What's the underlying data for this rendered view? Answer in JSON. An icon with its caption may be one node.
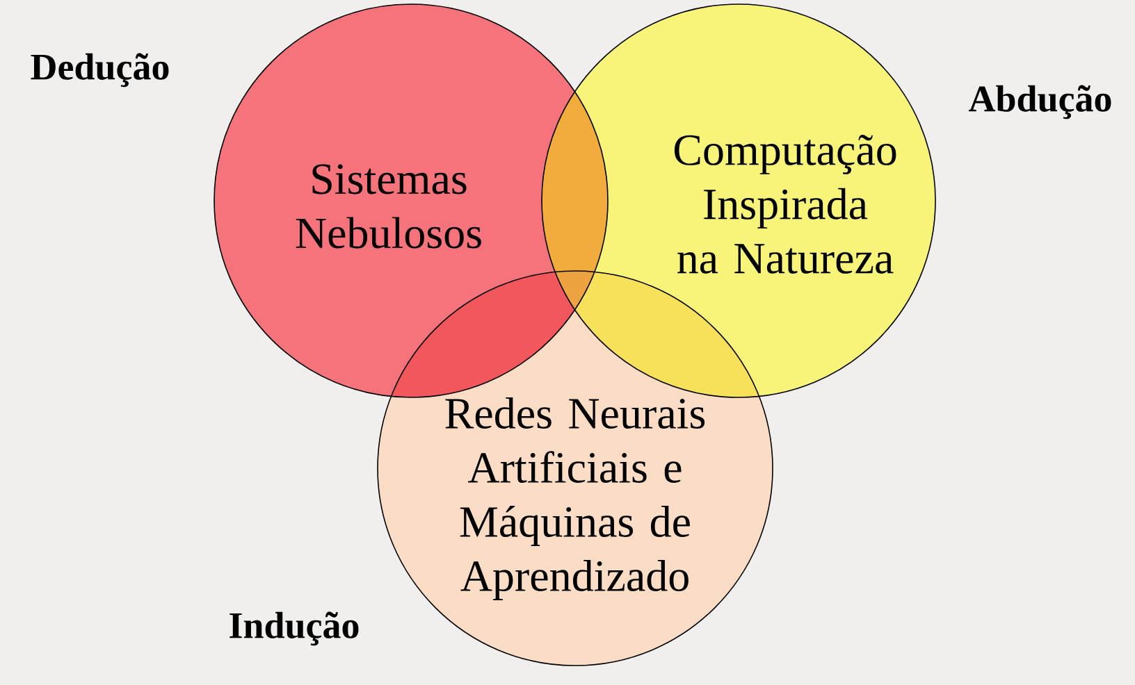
{
  "diagram": {
    "nodes": [
      {
        "text": [
          "Sistemas Nebulosos"
        ],
        "beside": [
          "Dedução"
        ]
      },
      {
        "text": [
          "Computação Inspirada na Natureza"
        ],
        "beside": [
          "Abdução"
        ]
      },
      {
        "text": [
          "Redes Neurais Artificiais e Máquinas de Aprendizado"
        ],
        "beside": [
          "Indução"
        ]
      }
    ]
  }
}
